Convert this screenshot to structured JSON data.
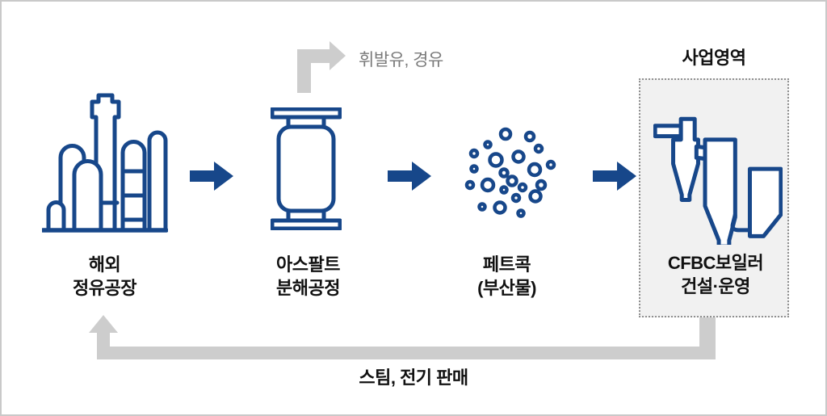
{
  "colors": {
    "primary_blue": "#17478a",
    "gray_arrow": "#cdcdcd",
    "gray_text": "#7a7a7a",
    "box_bg": "#f1f1f1",
    "box_border": "#909090",
    "label_text": "#111111",
    "frame_border": "#c9c9c9"
  },
  "flow": {
    "nodes": [
      {
        "icon": "refinery-icon",
        "line1": "해외",
        "line2": "정유공장"
      },
      {
        "icon": "reactor-vessel-icon",
        "line1": "아스팔트",
        "line2": "분해공정"
      },
      {
        "icon": "petcoke-particles-icon",
        "line1": "페트콕",
        "line2": "(부산물)"
      },
      {
        "icon": "cfbc-boiler-icon",
        "line1": "CFBC보일러",
        "line2": "건설·운영"
      }
    ],
    "business_area_label": "사업영역",
    "byproduct_branch_label": "휘발유, 경유",
    "feedback_label": "스팀, 전기 판매"
  }
}
